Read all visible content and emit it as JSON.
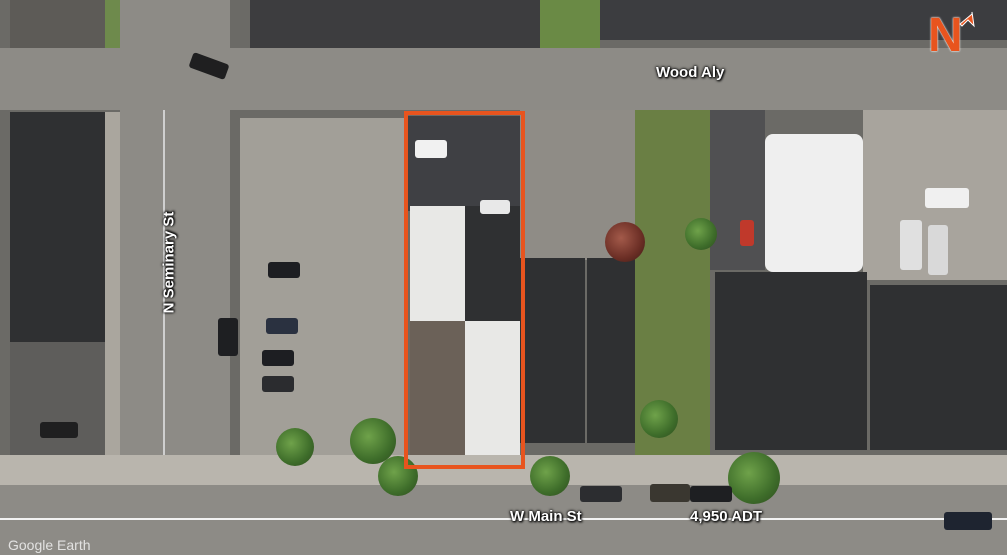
{
  "map": {
    "type": "aerial-satellite",
    "labels": {
      "street_top": "Wood Aly",
      "street_left": "N Seminary St",
      "street_bottom": "W Main St",
      "traffic_count": "4,950 ADT"
    },
    "north_arrow": {
      "letter": "N",
      "color": "#e8541e",
      "icon": "north-arrow-icon"
    },
    "highlight": {
      "color": "#e8541e",
      "description_icon": "site-outline"
    },
    "watermark": "Google Earth"
  }
}
